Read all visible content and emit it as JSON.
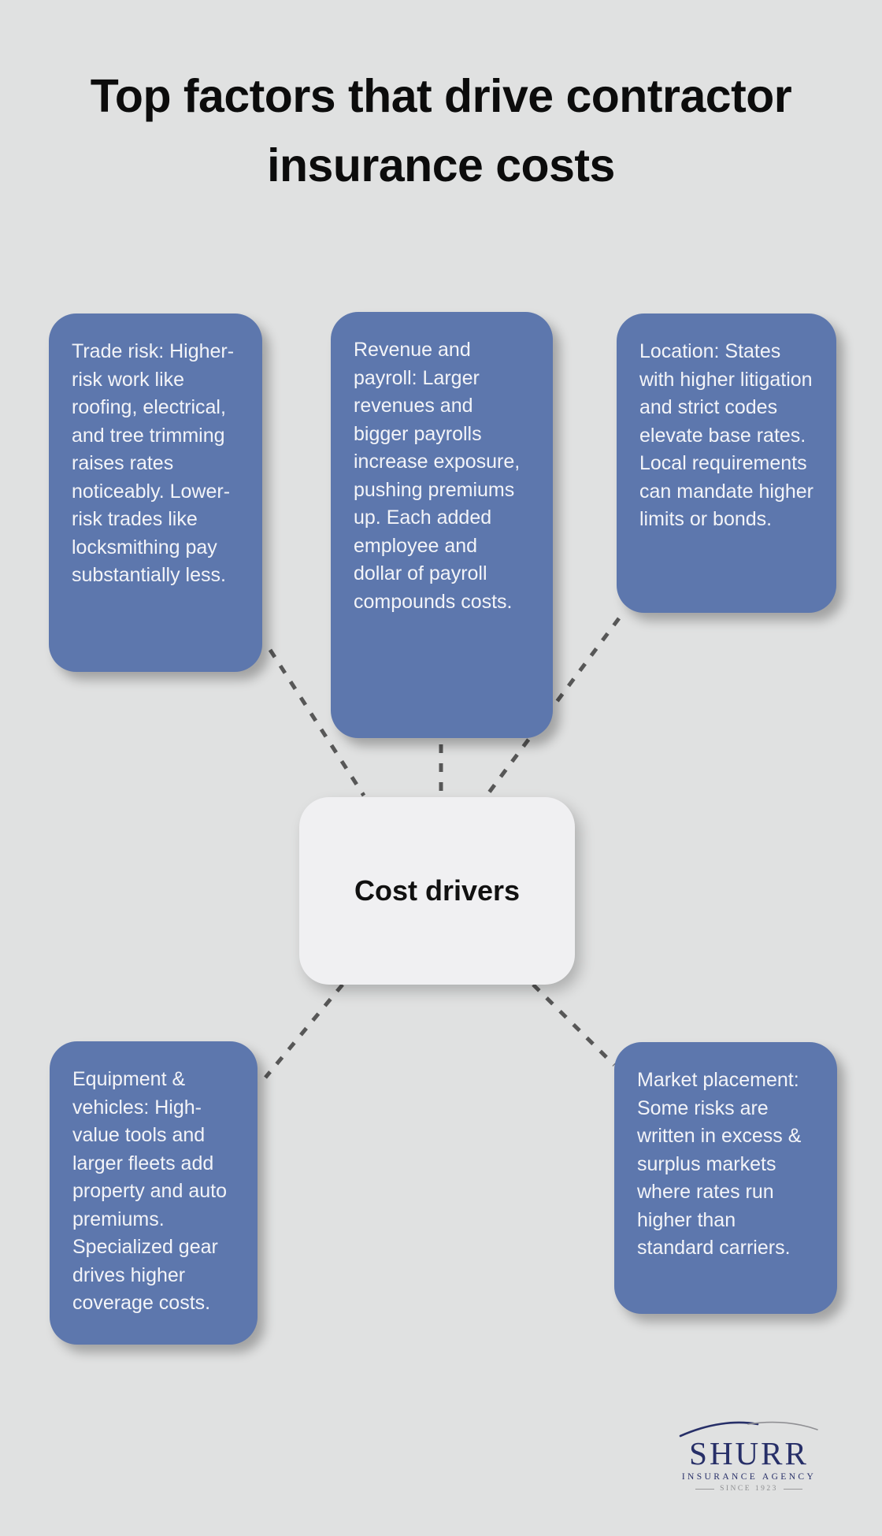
{
  "title": "Top factors that drive contractor insurance costs",
  "center": {
    "label": "Cost drivers"
  },
  "factors": [
    {
      "id": "trade-risk",
      "text": "Trade risk: Higher-risk work like roofing, electrical, and tree trimming raises rates noticeably. Lower-risk trades like locksmithing pay substantially less."
    },
    {
      "id": "revenue-payroll",
      "text": "Revenue and payroll: Larger revenues and bigger payrolls increase exposure, pushing premiums up. Each added employee and dollar of payroll compounds costs."
    },
    {
      "id": "location",
      "text": "Location: States with higher litigation and strict codes elevate base rates. Local requirements can mandate higher limits or bonds."
    },
    {
      "id": "equipment-vehicles",
      "text": "Equipment & vehicles: High-value tools and larger fleets add property and auto premiums. Specialized gear drives higher coverage costs."
    },
    {
      "id": "market-placement",
      "text": "Market placement: Some risks are written in excess & surplus markets where rates run higher than standard carriers."
    }
  ],
  "logo": {
    "name": "SHURR",
    "subtitle": "INSURANCE AGENCY",
    "tagline": "SINCE 1923"
  },
  "colors": {
    "background": "#e0e1e1",
    "factor_box": "#5d77ad",
    "factor_text": "#f3f4f8",
    "center_box": "#f0f0f2",
    "connector": "#575757",
    "title_text": "#0c0c0c",
    "logo_navy": "#272f68",
    "logo_gray": "#8d8e90"
  }
}
